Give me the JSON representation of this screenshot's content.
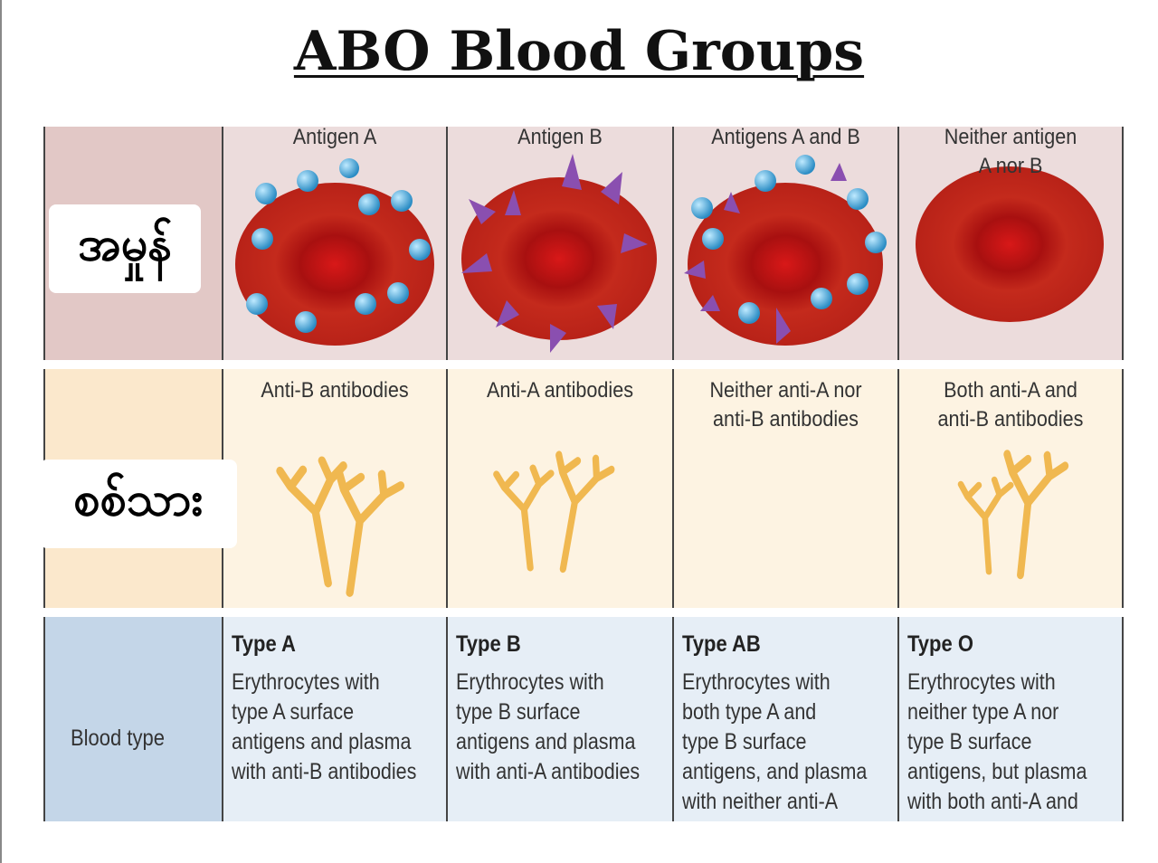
{
  "title": "ABO Blood Groups",
  "row_labels": {
    "antigen": "အမှုန်",
    "antibody": "စစ်သား",
    "blood_type": "Blood type"
  },
  "columns": [
    {
      "antigen": "Antigen A",
      "antibody": "Anti-B antibodies",
      "type": "Type A",
      "description": "Erythrocytes with\ntype A surface\nantigens and plasma\nwith anti-B antibodies"
    },
    {
      "antigen": "Antigen B",
      "antibody": "Anti-A antibodies",
      "type": "Type B",
      "description": "Erythrocytes with\ntype B surface\nantigens and plasma\nwith anti-A antibodies"
    },
    {
      "antigen": "Antigens A and B",
      "antibody": "Neither anti-A nor\nanti-B antibodies",
      "type": "Type AB",
      "description": "Erythrocytes with\nboth type A and\ntype B surface\nantigens, and plasma\nwith neither anti-A"
    },
    {
      "antigen": "Neither antigen\nA nor B",
      "antibody": "Both anti-A and\nanti-B antibodies",
      "type": "Type O",
      "description": "Erythrocytes with\nneither type A nor\ntype B surface\nantigens, but plasma\nwith both anti-A and"
    }
  ],
  "colors": {
    "antigen_row": "#ecdcdc",
    "antigen_label": "#e2c8c6",
    "antibody_row": "#fdf3e2",
    "antibody_label": "#fbe8cc",
    "type_row": "#e6eef6",
    "type_label": "#c4d6e8",
    "antigen_a": "#4ab4e0",
    "antigen_b": "#8a4fb0",
    "cell": "#c8201c",
    "antibody": "#f0b850"
  }
}
